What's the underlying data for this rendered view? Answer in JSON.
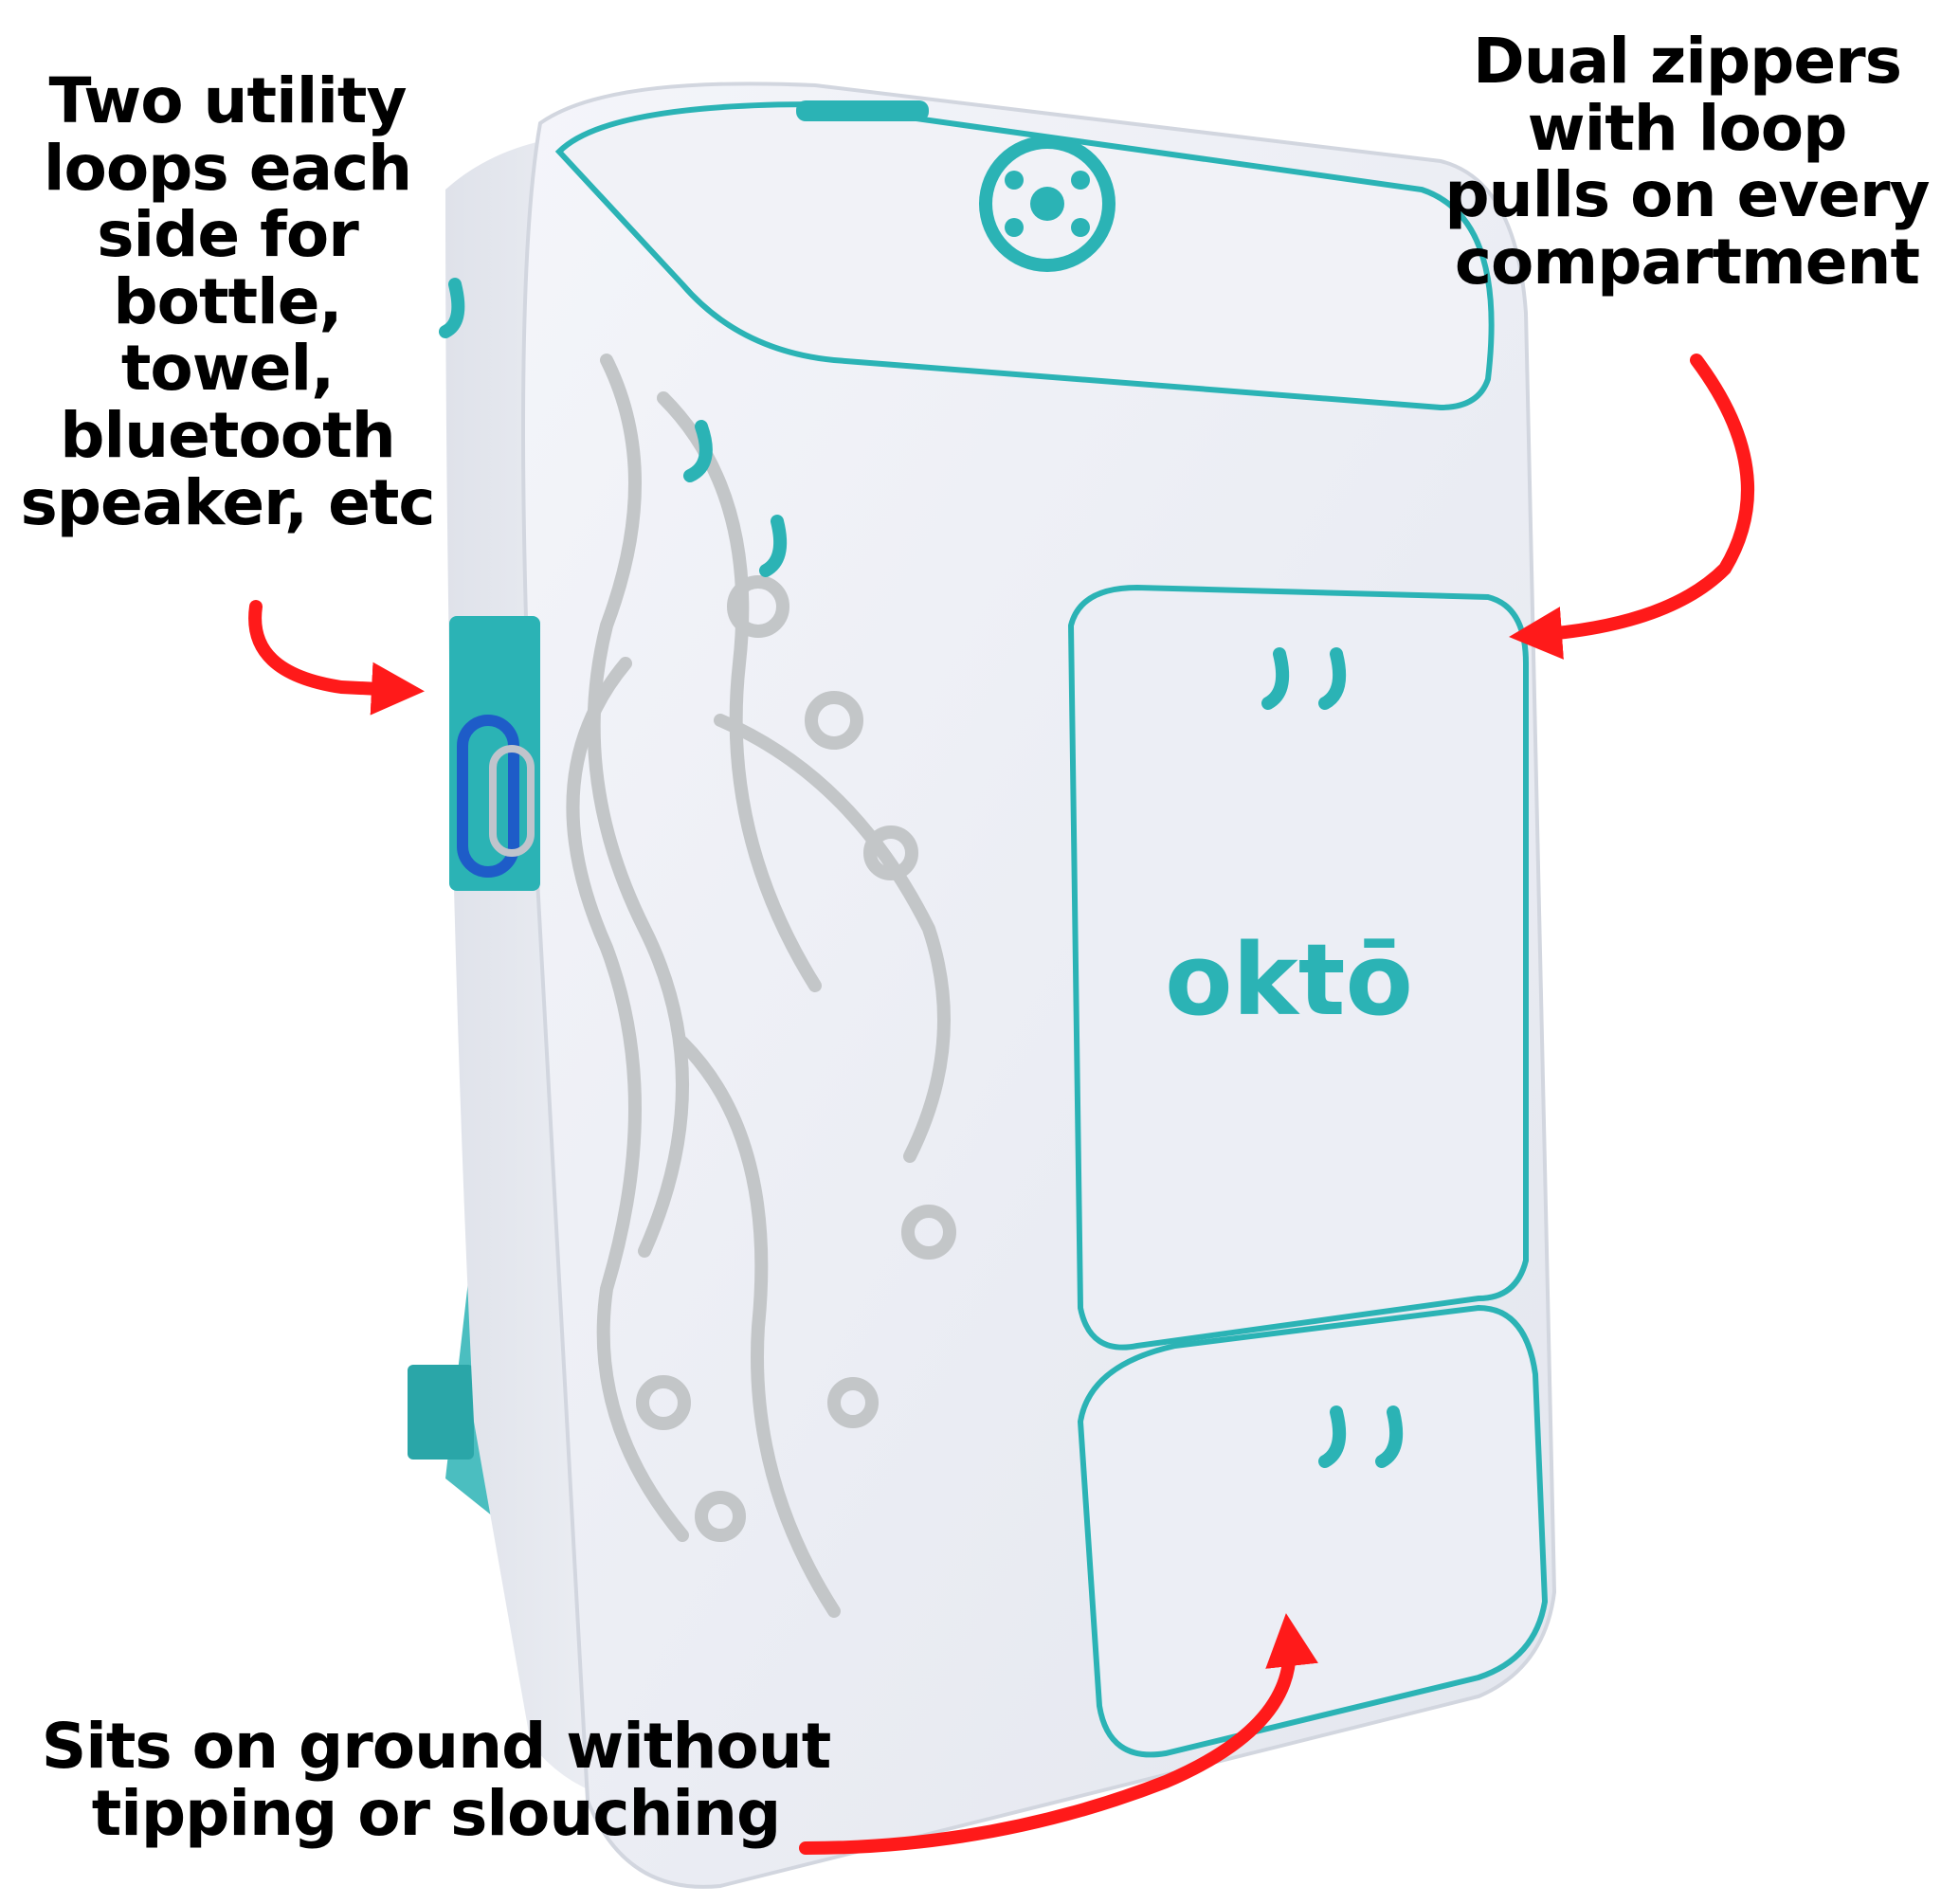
{
  "callouts": {
    "loops": [
      "Two utility",
      "loops each",
      "side for",
      "bottle,",
      "towel,",
      "bluetooth",
      "speaker, etc"
    ],
    "zippers": [
      "Dual zippers",
      "with loop",
      "pulls on every",
      "compartment"
    ],
    "ground": [
      "Sits on ground without",
      "tipping or slouching"
    ]
  },
  "brand": {
    "logo_text": "oktō"
  },
  "colors": {
    "accent_teal": "#2bb3b5",
    "arrow_red": "#ff1a1a",
    "bag_white": "#eef0f6",
    "octopus_gray": "#c3c6c8",
    "text": "#000000"
  },
  "icons": [
    "octopus-emblem-icon",
    "carabiner-icon",
    "zipper-pull-icon",
    "red-arrow-icon"
  ]
}
